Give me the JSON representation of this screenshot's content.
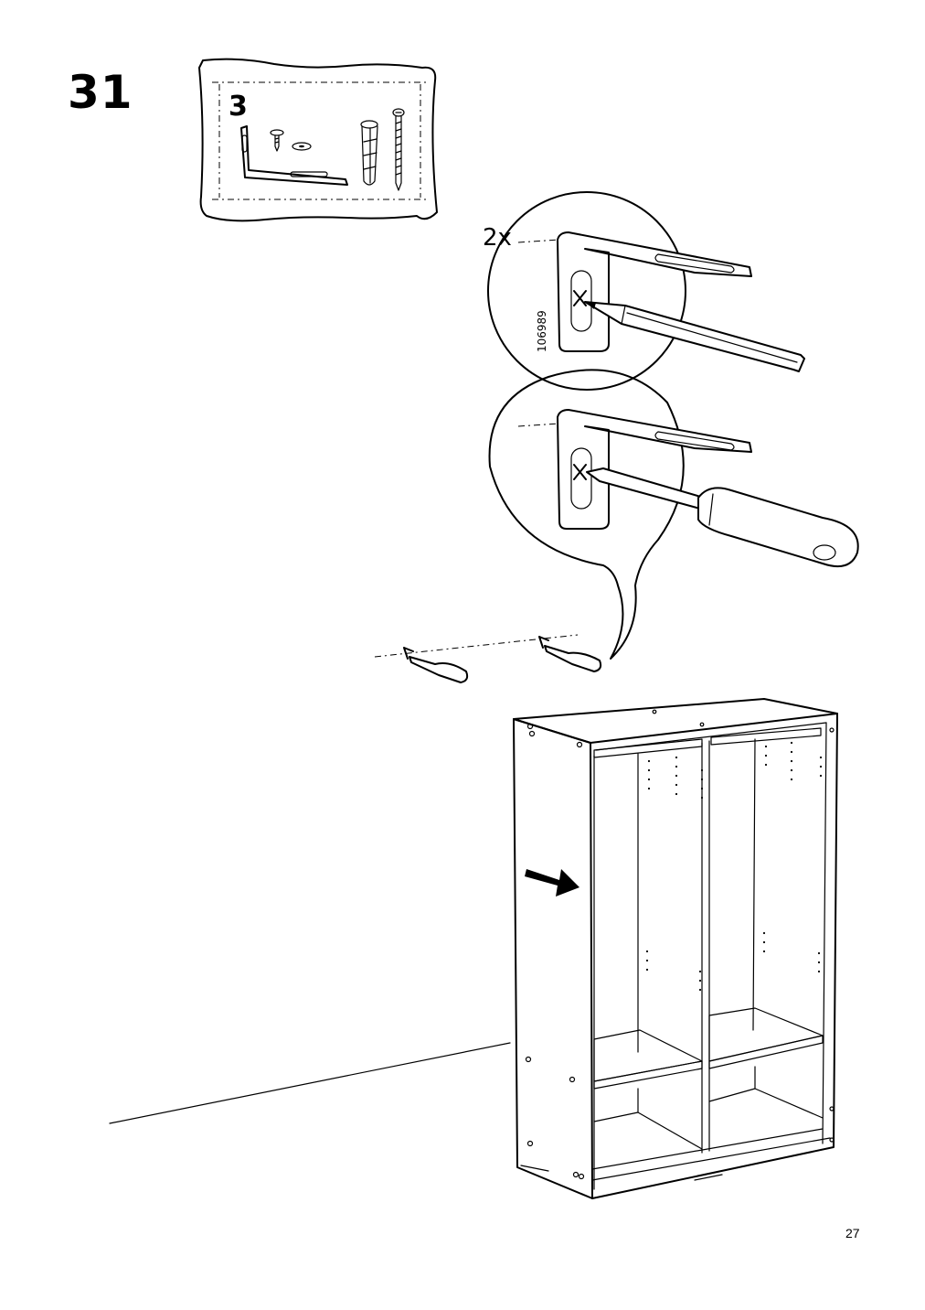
{
  "step": {
    "number": "31"
  },
  "parts_bag": {
    "quantity": "3"
  },
  "callout": {
    "multiplier": "2x",
    "part_code": "106989"
  },
  "page": {
    "number": "27"
  }
}
